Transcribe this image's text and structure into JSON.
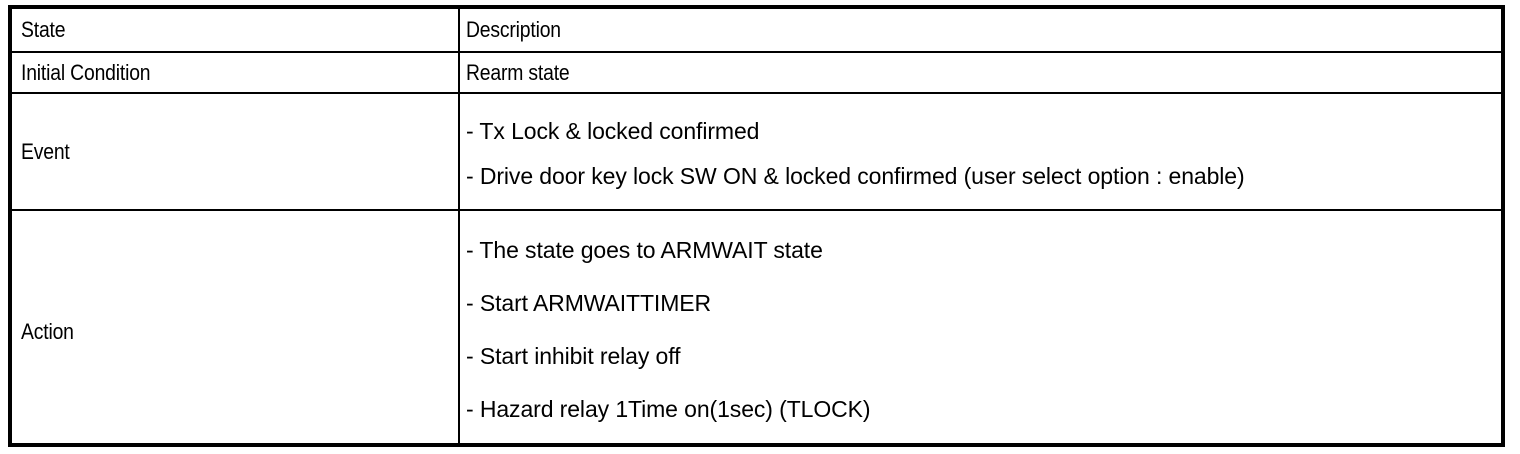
{
  "table": {
    "columns": [
      "State",
      "Description"
    ],
    "rows": [
      {
        "label": "Initial Condition",
        "type": "single",
        "text": "Rearm state"
      },
      {
        "label": "Event",
        "type": "bullets",
        "items": [
          "-  Tx Lock & locked confirmed",
          "-  Drive door key lock SW ON & locked confirmed (user select option : enable)"
        ]
      },
      {
        "label": "Action",
        "type": "bullets",
        "items": [
          "-  The state goes to ARMWAIT state",
          "-  Start ARMWAITTIMER",
          "-  Start inhibit relay off",
          "-  Hazard relay 1Time on(1sec) (TLOCK)"
        ]
      }
    ]
  },
  "style": {
    "border_color": "#000000",
    "text_color": "#000000",
    "background": "#ffffff"
  }
}
